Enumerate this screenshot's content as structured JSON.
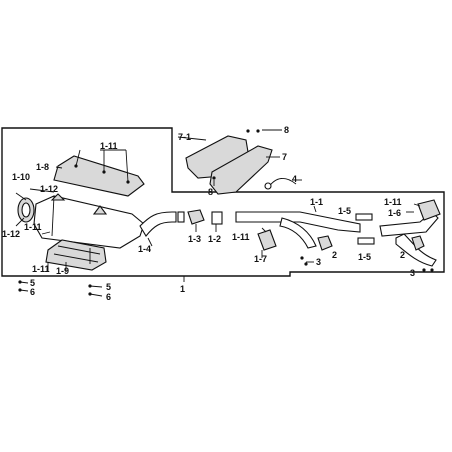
{
  "labels": {
    "l_7_1": "7-1",
    "l_8_top": "8",
    "l_7": "7",
    "l_8_bottom": "8",
    "l_4": "4",
    "l_1_11_top": "1-11",
    "l_1_8": "1-8",
    "l_1_10": "1-10",
    "l_1_12_a": "1-12",
    "l_1_12_b": "1-12",
    "l_1_11_left": "1-11",
    "l_1_11_lower": "1-11",
    "l_1_9": "1-9",
    "l_5_left": "5",
    "l_6_left": "6",
    "l_5_mid": "5",
    "l_6_mid": "6",
    "l_1_4": "1-4",
    "l_1_3": "1-3",
    "l_1_2": "1-2",
    "l_1_11_mid": "1-11",
    "l_1_7": "1-7",
    "l_3_mid": "3",
    "l_2_mid": "2",
    "l_1_1": "1-1",
    "l_1_5_a": "1-5",
    "l_1_5_b": "1-5",
    "l_1_11_right": "1-11",
    "l_1_6": "1-6",
    "l_2_right": "2",
    "l_3_right": "3",
    "l_1": "1"
  }
}
